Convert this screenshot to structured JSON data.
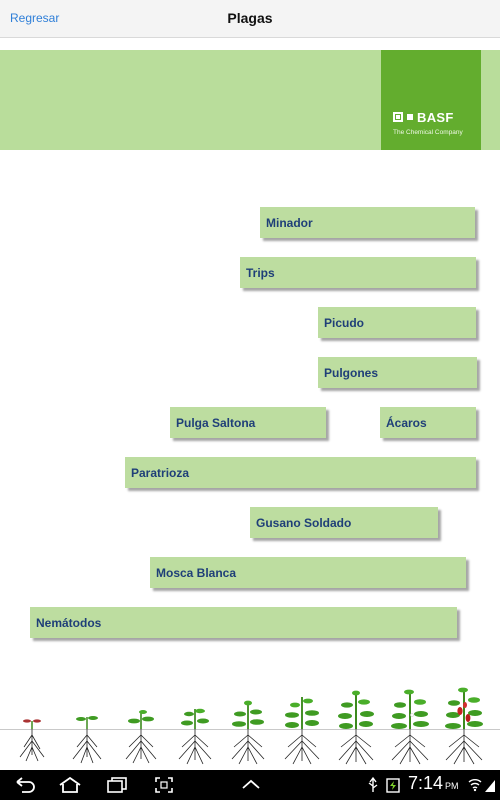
{
  "header": {
    "back_label": "Regresar",
    "title": "Plagas"
  },
  "banner": {
    "logo_text": "BASF",
    "tagline": "The Chemical Company",
    "color": "#b9dd9b",
    "logo_bg": "#63ad2e"
  },
  "pests": [
    {
      "label": "Minador"
    },
    {
      "label": "Trips"
    },
    {
      "label": "Picudo"
    },
    {
      "label": "Pulgones"
    },
    {
      "label": "Pulga Saltona"
    },
    {
      "label": "Ácaros"
    },
    {
      "label": "Paratrioza"
    },
    {
      "label": "Gusano Soldado"
    },
    {
      "label": "Mosca Blanca"
    },
    {
      "label": "Nemátodos"
    }
  ],
  "plant_stages": [
    "stage-1",
    "stage-2",
    "stage-3",
    "stage-4",
    "stage-5",
    "stage-6",
    "stage-7",
    "stage-8",
    "stage-9"
  ],
  "status_bar": {
    "time": "7:14",
    "ampm": "PM"
  }
}
